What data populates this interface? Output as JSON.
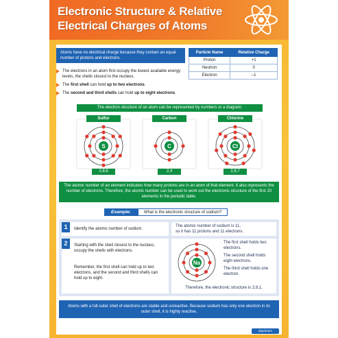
{
  "header": {
    "title_line1": "Electronic Structure & Relative",
    "title_line2": "Electrical Charges of Atoms"
  },
  "intro": "Atoms have no electrical charge because they contain an equal number of protons and electrons.",
  "bullets": [
    {
      "text": "The electrons in an atom first occupy the lowest available energy levels, the shells closest to the nucleus."
    },
    {
      "pre": "The ",
      "bold": "first shell",
      "mid": " can hold ",
      "bold2": "up to two electrons",
      "post": "."
    },
    {
      "pre": "The ",
      "bold": "second and third shells",
      "mid": " can hold ",
      "bold2": "up to eight electrons",
      "post": "."
    }
  ],
  "charge_table": {
    "headers": [
      "Particle Name",
      "Relative Charge"
    ],
    "rows": [
      [
        "Proton",
        "+1"
      ],
      [
        "Neutron",
        "0"
      ],
      [
        "Electron",
        "–1"
      ]
    ]
  },
  "structure_banner": "The electron structure of an atom can be represented by numbers or a diagram.",
  "atoms": [
    {
      "name": "Sulfur",
      "symbol": "S",
      "config": "2,8,6",
      "shells": [
        2,
        8,
        6
      ]
    },
    {
      "name": "Carbon",
      "symbol": "C",
      "config": "2,4",
      "shells": [
        2,
        4
      ]
    },
    {
      "name": "Chlorine",
      "symbol": "Cl",
      "config": "2,8,7",
      "shells": [
        2,
        8,
        7
      ]
    }
  ],
  "atomic_number_text": "The atomic number of an element indicates how many protons are in an atom of that element. It also represents the number of electrons. Therefore, the atomic number can be used to work out the electronic structure of the first 20 elements in the periodic table.",
  "example": {
    "tag": "Example:",
    "question": "What is the electronic structure of sodium?",
    "step1_num": "1",
    "step1_text": "Identify the atomic number of sodium.",
    "step1_answer_line1": "The atomic number of sodium is 11,",
    "step1_answer_line2": "so it has 11 protons and 11 electrons.",
    "step2_num": "2",
    "step2_text_a": "Starting with the shell closest to the nucleus, occupy the shells with electrons.",
    "step2_text_b": "Remember, the first shell can hold up to two electrons, and the second and third shells can hold up to eight.",
    "sodium_symbol": "Na",
    "sodium_shells": [
      2,
      8,
      1
    ],
    "notes": [
      "The first shell holds two electrons.",
      "The second shell holds eight electrons.",
      "The third shell holds one electron."
    ],
    "conclusion": "Therefore, the electronic structure is 2,8,1."
  },
  "footer": "Atoms with a full outer shell of electrons are stable and unreactive. Because sodium has only one electron in its outer shell, it is highly reactive.",
  "brand": "daydream",
  "colors": {
    "orange": "#f06a24",
    "blue": "#1f63b3",
    "green": "#0f8f42",
    "electron": "#e03a2f",
    "nucleus": "#0f8f42"
  }
}
